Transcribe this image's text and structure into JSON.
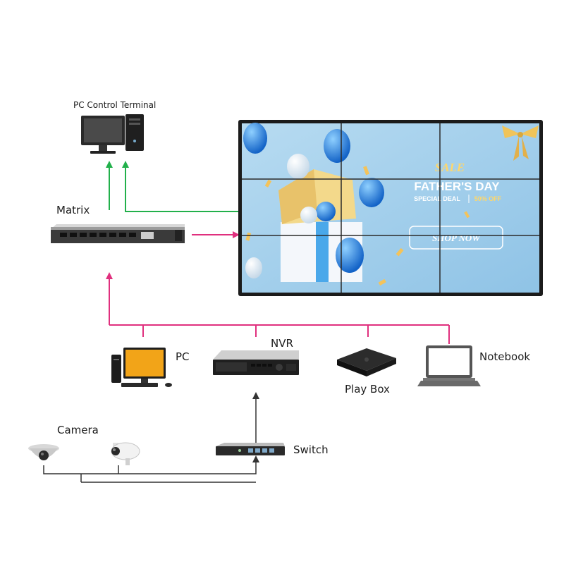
{
  "labels": {
    "pc_control_terminal": "PC Control Terminal",
    "matrix": "Matrix",
    "pc": "PC",
    "nvr": "NVR",
    "play_box": "Play Box",
    "notebook": "Notebook",
    "camera": "Camera",
    "switch": "Switch"
  },
  "video_wall": {
    "grid": "3x3",
    "sale": "SALE",
    "headline": "FATHER'S DAY",
    "special_deal": "SPECIAL DEAL",
    "discount": "50% OFF",
    "cta": "SHOP NOW"
  },
  "colors": {
    "input_line": "#e0307e",
    "control_line": "#22b04b",
    "camera_line": "#333333",
    "wall_bg": "#a9d3ec",
    "wall_accent": "#ffd76a"
  }
}
